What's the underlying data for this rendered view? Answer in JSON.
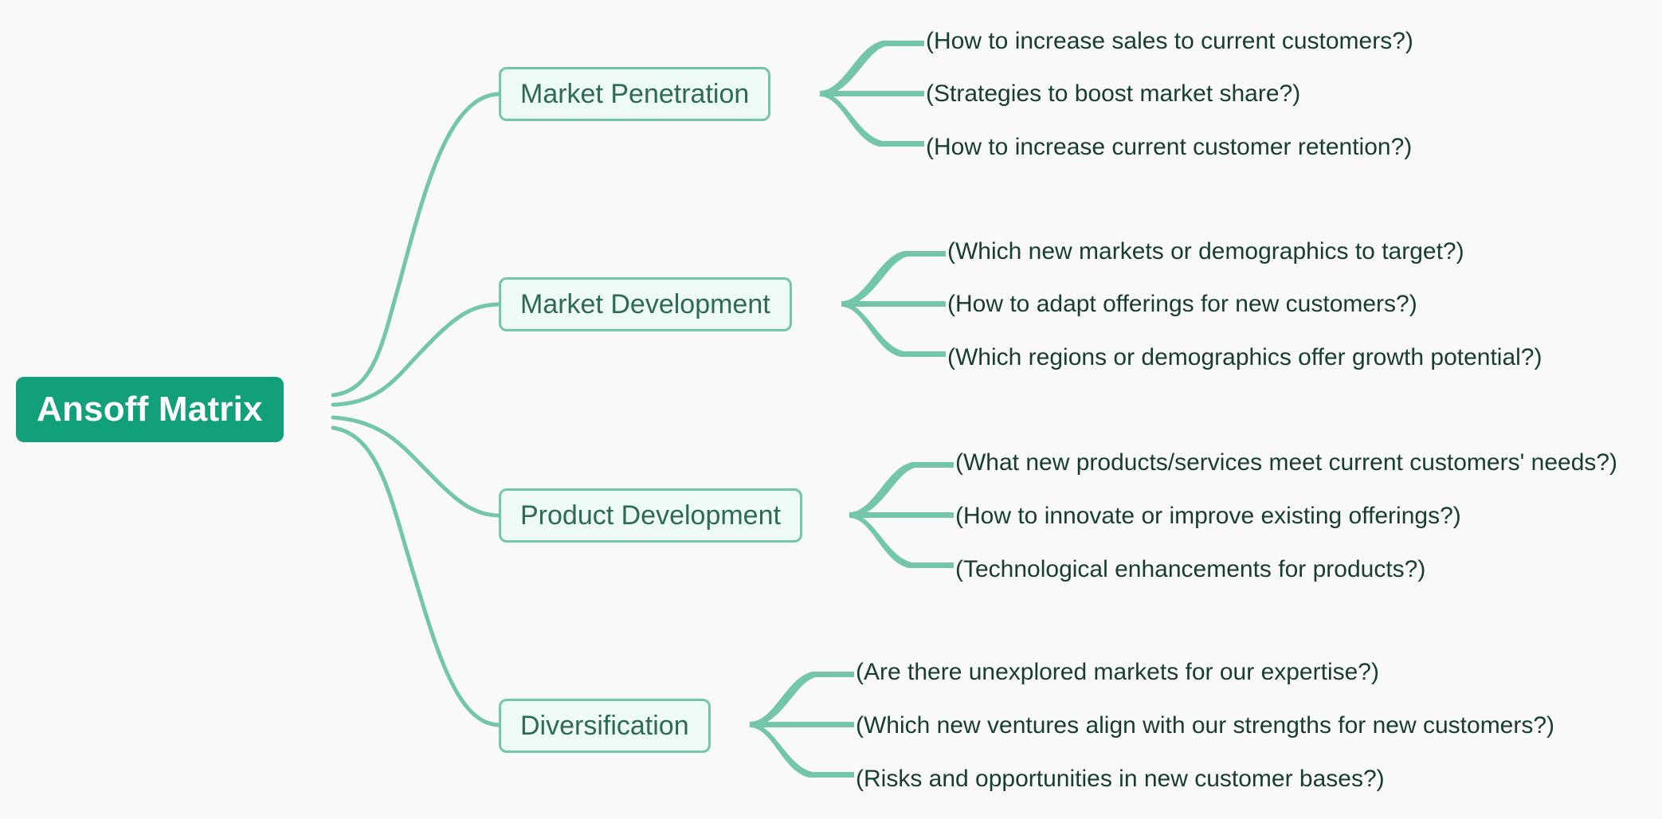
{
  "diagram": {
    "type": "mindmap",
    "title": "Ansoff Matrix",
    "background_color": "#f8f9f8",
    "colors": {
      "root_fill": "#12A07A",
      "root_text": "#ffffff",
      "branch_fill": "#edfbf4",
      "branch_border": "#73c6a8",
      "branch_text": "#2d6a56",
      "leaf_text": "#173d2e",
      "edge": "#73c6a8"
    },
    "root": {
      "label": "Ansoff Matrix"
    },
    "branches": [
      {
        "label": "Market Penetration",
        "leaves": [
          {
            "label": "(How to increase sales to current customers?)"
          },
          {
            "label": "(Strategies to boost market share?)"
          },
          {
            "label": "(How to increase current customer retention?)"
          }
        ]
      },
      {
        "label": "Market Development",
        "leaves": [
          {
            "label": "(Which new markets or demographics to target?)"
          },
          {
            "label": "(How to adapt offerings for new customers?)"
          },
          {
            "label": "(Which regions or demographics offer growth potential?)"
          }
        ]
      },
      {
        "label": "Product Development",
        "leaves": [
          {
            "label": "(What new products/services meet current customers' needs?)"
          },
          {
            "label": "(How to innovate or improve existing offerings?)"
          },
          {
            "label": "(Technological enhancements for products?)"
          }
        ]
      },
      {
        "label": "Diversification",
        "leaves": [
          {
            "label": "(Are there unexplored markets for our expertise?)"
          },
          {
            "label": "(Which new ventures align with our strengths for new customers?)"
          },
          {
            "label": "(Risks and opportunities in new customer bases?)"
          }
        ]
      }
    ]
  }
}
